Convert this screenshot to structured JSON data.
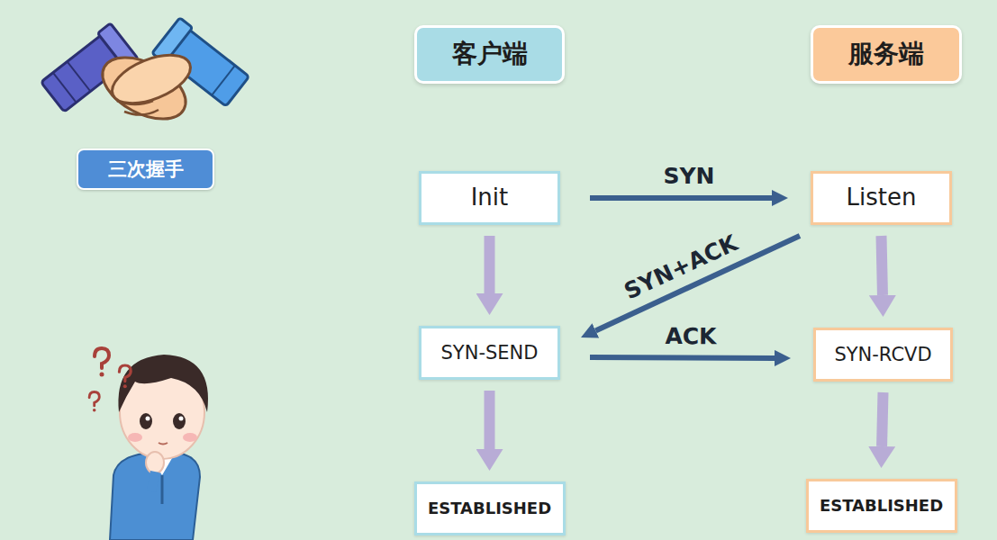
{
  "diagram": {
    "nodes": [
      {
        "text": [
          "客户端"
        ]
      },
      {
        "text": [
          "服务端"
        ]
      },
      {
        "text": [
          "三次握手"
        ]
      },
      {
        "text": [
          "Init"
        ]
      },
      {
        "text": [
          "Listen"
        ]
      },
      {
        "text": [
          "SYN-SEND"
        ]
      },
      {
        "text": [
          "SYN-RCVD"
        ]
      },
      {
        "text": [
          "ESTABLISHED"
        ]
      },
      {
        "text": [
          "ESTABLISHED"
        ]
      }
    ],
    "edges": [
      {
        "from": 3,
        "to": 4,
        "label": "SYN",
        "arrow": "to"
      },
      {
        "from": 4,
        "to": 5,
        "label": "SYN+ACK",
        "arrow": "to"
      },
      {
        "from": 5,
        "to": 6,
        "label": "ACK",
        "arrow": "to"
      },
      {
        "from": 3,
        "to": 5,
        "arrow": "to"
      },
      {
        "from": 4,
        "to": 6,
        "arrow": "to"
      },
      {
        "from": 5,
        "to": 7,
        "arrow": "to"
      },
      {
        "from": 6,
        "to": 8,
        "arrow": "to"
      }
    ]
  }
}
